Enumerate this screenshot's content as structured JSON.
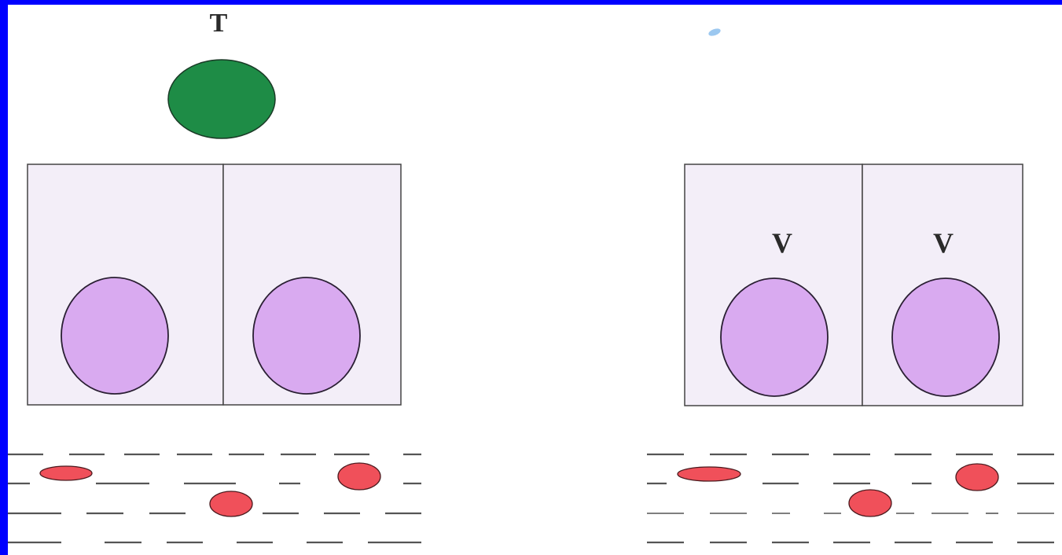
{
  "labels": {
    "t_cell": "T",
    "virus_left": "V",
    "virus_right": "V"
  },
  "colors": {
    "frame": "#0000ff",
    "background": "#ffffff",
    "t_cell": "#1e8c46",
    "epithelial_cell": "#f3eef8",
    "nucleus": "#d9aaf0",
    "red_blood_cell": "#f0505a",
    "vessel_line": "#555555",
    "speck": "#9cc8f0"
  },
  "panels": [
    {
      "name": "uninfected-panel",
      "cells": 2,
      "virus_labels": 0
    },
    {
      "name": "infected-panel",
      "cells": 2,
      "virus_labels": 2
    }
  ]
}
